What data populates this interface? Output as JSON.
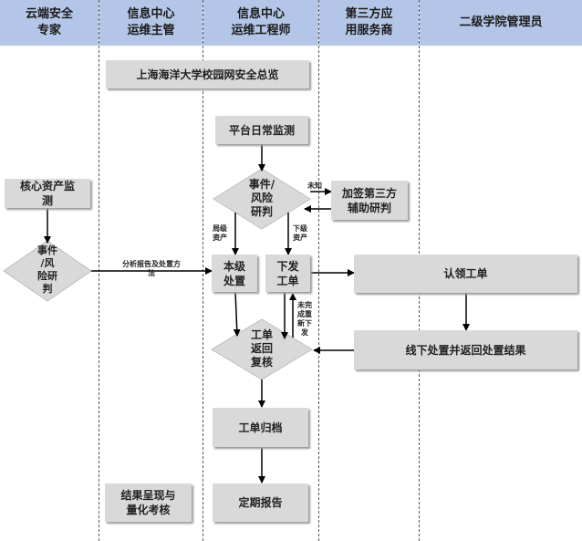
{
  "lanes": [
    {
      "title": "云端安全\n专家"
    },
    {
      "title": "信息中心\n运维主管"
    },
    {
      "title": "信息中心\n运维工程师"
    },
    {
      "title": "第三方应\n用服务商"
    },
    {
      "title": "二级学院管理员"
    }
  ],
  "nodes": {
    "overview": "上海海洋大学校园网安全总览",
    "daily_monitor": "平台日常监测",
    "event_risk_center": "事件/\n风险\n研判",
    "core_asset_monitor": "核心资产监\n测",
    "event_risk_left": "事件\n/风\n险研\n判",
    "third_party_assist": "加签第三方\n辅助研判",
    "local_handle": "本级\n处置",
    "issue_ticket": "下发\n工单",
    "claim_ticket": "认领工单",
    "ticket_review": "工单\n返回\n复核",
    "offline_handle": "线下处置并返回处置结果",
    "ticket_archive": "工单归档",
    "periodic_report": "定期报告",
    "result_assess": "结果呈现与\n量化考核"
  },
  "edge_labels": {
    "unknown": "未知",
    "local_asset": "局级\n资产",
    "sub_asset": "下级\n资产",
    "analysis_report": "分析报告及处置方\n法",
    "incomplete_reissue": "未完\n成重\n新下\n发"
  },
  "colors": {
    "header": "#b4c6e7",
    "box": "#d9d9d9"
  }
}
